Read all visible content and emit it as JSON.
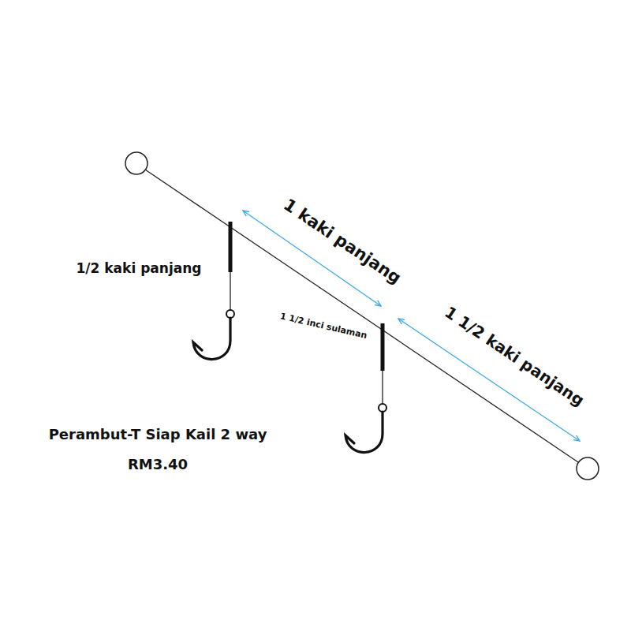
{
  "diagram": {
    "labels": [
      "1 kaki panjang",
      "1/2 kaki panjang",
      "1 1/2 inci sulaman",
      "1 1/2 kaki panjang",
      "Perambut-T Siap Kail 2 way",
      "RM3.40"
    ]
  }
}
